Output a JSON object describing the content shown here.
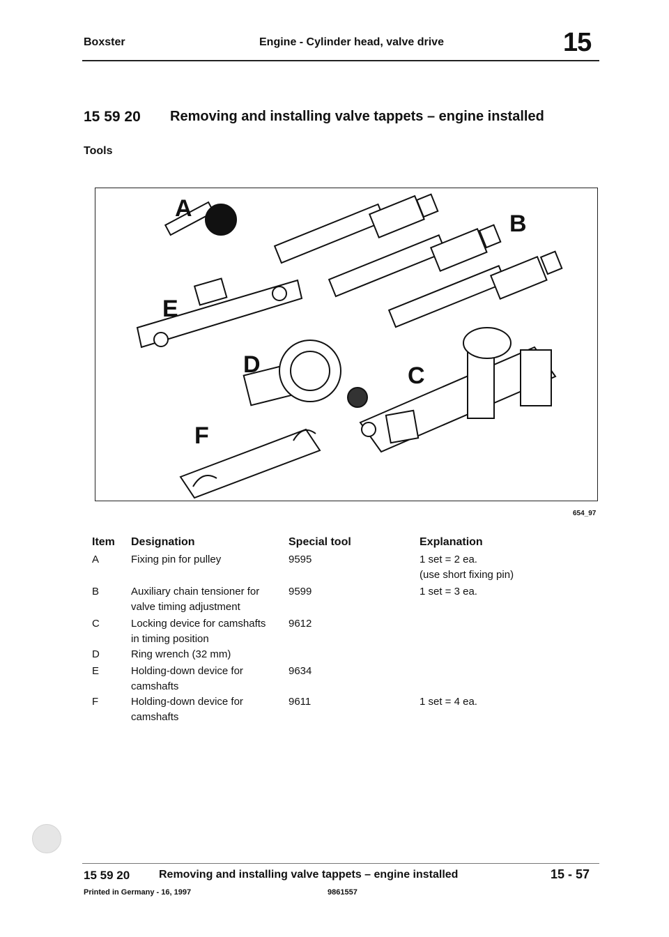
{
  "header": {
    "model": "Boxster",
    "section_title": "Engine - Cylinder head, valve drive",
    "group_number": "15"
  },
  "section": {
    "number": "15 59 20",
    "title": "Removing and installing valve tappets – engine installed"
  },
  "tools_heading": "Tools",
  "figure": {
    "id": "654_97",
    "labels": [
      "A",
      "B",
      "C",
      "D",
      "E",
      "F"
    ]
  },
  "table": {
    "headers": {
      "item": "Item",
      "designation_label": "Designation",
      "special_tool": "Special tool",
      "explanation": "Explanation"
    },
    "rows": [
      {
        "item": "A",
        "designation": [
          "Fixing pin for pulley"
        ],
        "tool": "9595",
        "explanation": [
          "1 set = 2 ea.",
          "(use short fixing pin)"
        ]
      },
      {
        "item": "B",
        "designation": [
          "Auxiliary chain tensioner for",
          "valve timing adjustment"
        ],
        "tool": "9599",
        "explanation": [
          "1 set = 3 ea."
        ]
      },
      {
        "item": "C",
        "designation": [
          "Locking device for camshafts",
          "in timing position"
        ],
        "tool": "9612",
        "explanation": []
      },
      {
        "item": "D",
        "designation": [
          "Ring wrench (32 mm)"
        ],
        "tool": "",
        "explanation": []
      },
      {
        "item": "E",
        "designation": [
          "Holding-down device for",
          "camshafts"
        ],
        "tool": "9634",
        "explanation": []
      },
      {
        "item": "F",
        "designation": [
          "Holding-down device for",
          "camshafts"
        ],
        "tool": "9611",
        "explanation": [
          "1 set = 4 ea."
        ]
      }
    ]
  },
  "footer": {
    "section_number": "15 59 20",
    "title": "Removing and installing valve tappets – engine installed",
    "page": "15 - 57",
    "printed": "Printed in Germany - 16, 1997",
    "code": "9861557"
  }
}
